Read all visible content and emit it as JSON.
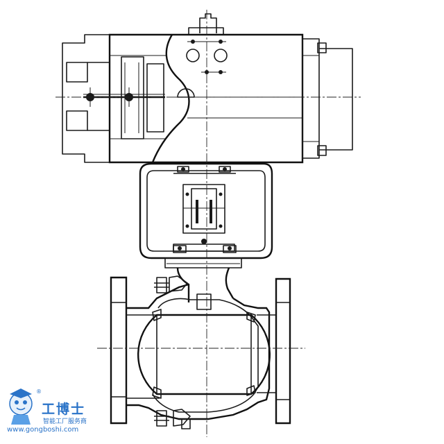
{
  "watermark": {
    "name": "工博士",
    "tagline": "智能工厂服务商",
    "url": "www.gongboshi.com",
    "registered": "®",
    "brand_color": "#2a73c8"
  },
  "colors": {
    "line": "#1a1a1a",
    "background": "#ffffff"
  }
}
